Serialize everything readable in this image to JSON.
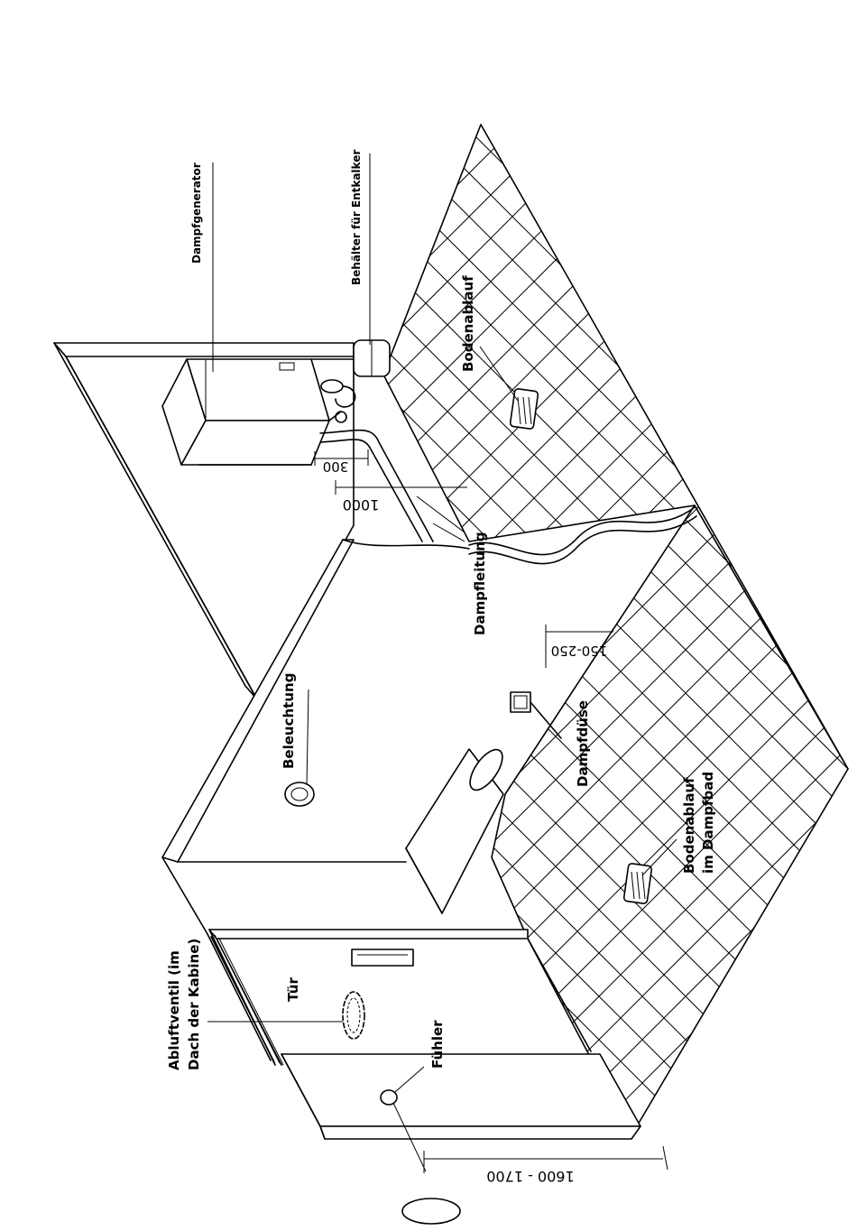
{
  "labels": {
    "dampfgenerator": "Dampfgenerator",
    "entkalker": "Behälter für Entkalker",
    "bodenablauf": "Bodenablauf",
    "dampfleitung": "Dampfleitung",
    "beleuchtung": "Beleuchtung",
    "dampfduese": "Dampfdüse",
    "bodenablauf_dampfbad_line1": "Bodenablauf",
    "bodenablauf_dampfbad_line2": "im Dampfbad",
    "tuer": "Tür",
    "abluftventil_line1": "Abluftventil (im",
    "abluftventil_line2": "Dach der Kabine)",
    "fuehler": "Fühler"
  },
  "dimensions": {
    "d300": "300",
    "d1000": "1000",
    "d150_250": "150-250",
    "d1600_1700": "1600 - 1700"
  }
}
